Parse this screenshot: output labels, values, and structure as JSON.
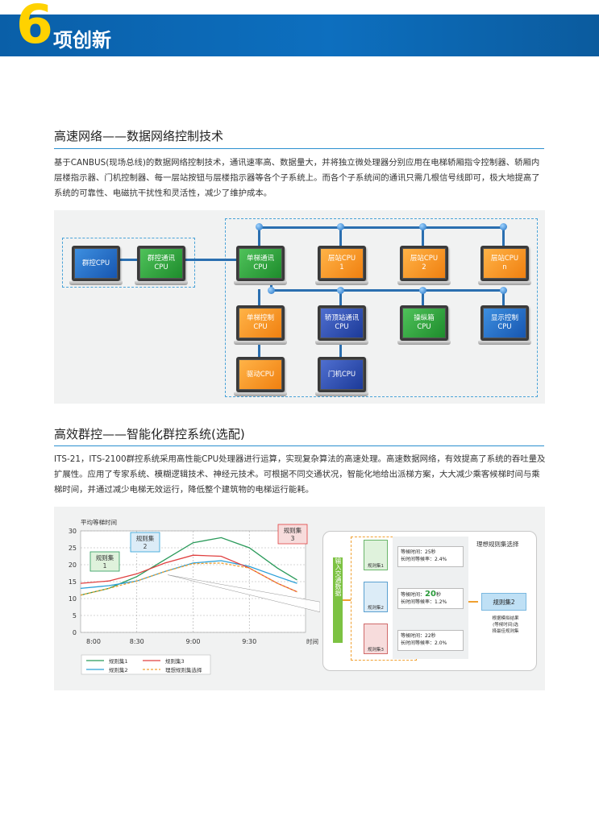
{
  "header": {
    "number": "6",
    "title": "项创新"
  },
  "section1": {
    "title": "高速网络——数据网络控制技术",
    "text": "基于CANBUS(现场总线)的数据网络控制技术，通讯速率高、数据量大，并将独立微处理器分别应用在电梯轿厢指令控制器、轿厢内层楼指示器、门机控制器、每一层站按钮与层楼指示器等各个子系统上。而各个子系统间的通讯只需几根信号线即可，极大地提高了系统的可靠性、电磁抗干扰性和灵活性，减少了维护成本。"
  },
  "network": {
    "group_cpu": "群控CPU",
    "group_comm": [
      "群控通讯",
      "CPU"
    ],
    "single_comm": [
      "单梯通讯",
      "CPU"
    ],
    "floor1": [
      "层站CPU",
      "1"
    ],
    "floor2": [
      "层站CPU",
      "2"
    ],
    "floorn": [
      "层站CPU",
      "n"
    ],
    "single_ctrl": [
      "单梯控制",
      "CPU"
    ],
    "car_top": [
      "轿顶站通讯",
      "CPU"
    ],
    "panel": [
      "操纵箱",
      "CPU"
    ],
    "display": [
      "显示控制",
      "CPU"
    ],
    "drive": "驱动CPU",
    "door": "门机CPU"
  },
  "section2": {
    "title": "高效群控——智能化群控系统(选配)",
    "text": "ITS-21，ITS-2100群控系统采用高性能CPU处理器进行运算，实现复杂算法的高速处理。高速数据网络，有效提高了系统的吞吐量及扩展性。应用了专家系统、模糊逻辑技术、神经元技术。可根据不同交通状况，智能化地给出派梯方案，大大减少乘客候梯时间与乘梯时间，并通过减少电梯无效运行，降低整个建筑物的电梯运行能耗。"
  },
  "chart_data": {
    "type": "line",
    "ylabel": "平均等梯时间",
    "xlabel": "时间",
    "ylim": [
      0,
      30
    ],
    "yticks": [
      0,
      5,
      10,
      15,
      20,
      25,
      30
    ],
    "xticks": [
      "8:00",
      "8:30",
      "9:00",
      "9:30"
    ],
    "grid": true,
    "legend_position": "bottom-left",
    "series": [
      {
        "name": "规则集1",
        "color": "#2a9a5a",
        "x": [
          0,
          0.5,
          1,
          1.5,
          2,
          2.5,
          3,
          3.5,
          3.85
        ],
        "values": [
          11,
          13,
          16.5,
          21.5,
          26.5,
          28,
          25,
          19,
          15.5
        ]
      },
      {
        "name": "规则集2",
        "color": "#2aa0d8",
        "x": [
          0,
          0.5,
          1,
          1.5,
          2,
          2.5,
          3,
          3.5,
          3.85
        ],
        "values": [
          13,
          13.8,
          15.2,
          18,
          20.5,
          21.2,
          19.5,
          16.5,
          14.5
        ]
      },
      {
        "name": "规则集3",
        "color": "#e04040",
        "x": [
          0,
          0.5,
          1,
          1.5,
          2,
          2.5,
          3,
          3.5,
          3.85
        ],
        "values": [
          14.5,
          15.2,
          17.3,
          20.5,
          22.8,
          22.5,
          19,
          14.5,
          12
        ]
      },
      {
        "name": "理想规则集选择",
        "color": "#f0a030",
        "dashed": true,
        "x": [
          0,
          0.5,
          1,
          1.5,
          2,
          2.5,
          3,
          3.5,
          3.85
        ],
        "values": [
          11,
          13,
          15.2,
          18,
          20.3,
          20.5,
          19,
          14.5,
          12
        ]
      }
    ],
    "annotations": [
      {
        "label": [
          "规则集",
          "1"
        ],
        "color": "#2a9a5a"
      },
      {
        "label": [
          "规则集",
          "2"
        ],
        "color": "#2aa0d8"
      },
      {
        "label": [
          "规则集",
          "3"
        ],
        "color": "#e04040"
      }
    ]
  },
  "selector": {
    "title": "理想规则集选择",
    "input_label": "输入交通数据",
    "rule1": "规则集1",
    "rule2": "规则集2",
    "rule3": "规则集3",
    "card1": [
      "等候时间：25秒",
      "长时间等候率：2.4%"
    ],
    "card2_a": "等候时间：",
    "card2_num": "20",
    "card2_unit": "秒",
    "card2_b": "长时间等候率：1.2%",
    "card3": [
      "等候时间：22秒",
      "长时间等候率：2.0%"
    ],
    "result": "规则集2",
    "result_note": [
      "根据模拟结果",
      "(等候时间)选",
      "择最佳规则集"
    ]
  },
  "colors": {
    "brand": "#0d6fbf",
    "accent": "#ffd200",
    "rule": "#2b8fd0"
  }
}
